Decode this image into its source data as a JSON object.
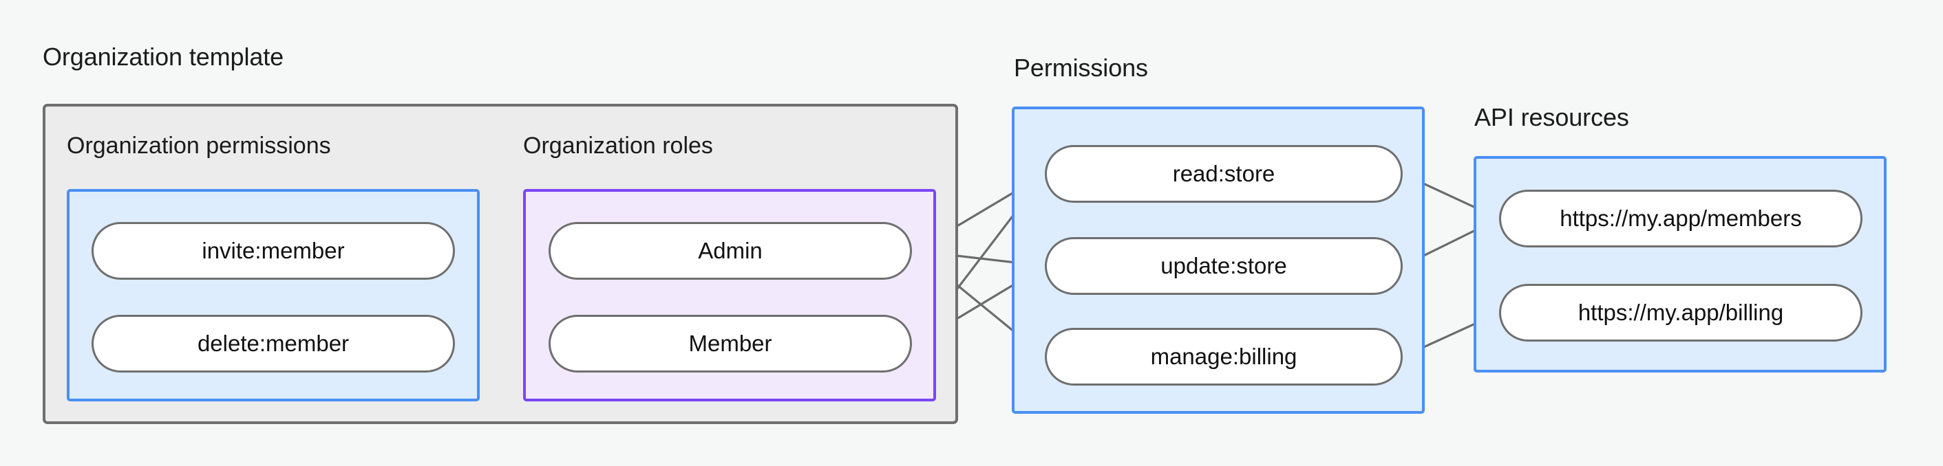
{
  "diagram": {
    "type": "relationship-graph",
    "title_groups": [
      {
        "key": "org_template",
        "label": "Organization template"
      },
      {
        "key": "permissions",
        "label": "Permissions"
      },
      {
        "key": "api_resources",
        "label": "API resources"
      }
    ]
  },
  "org_template": {
    "label": "Organization template",
    "subgroups": {
      "org_permissions": {
        "label": "Organization permissions",
        "accent": "#4a90f4",
        "fill": "#ddedfd",
        "nodes": [
          {
            "id": "invite_member",
            "label": "invite:member"
          },
          {
            "id": "delete_member",
            "label": "delete:member"
          }
        ]
      },
      "org_roles": {
        "label": "Organization roles",
        "accent": "#7b46f6",
        "fill": "#f2e9fd",
        "nodes": [
          {
            "id": "admin",
            "label": "Admin"
          },
          {
            "id": "member",
            "label": "Member"
          }
        ]
      }
    }
  },
  "permissions": {
    "label": "Permissions",
    "accent": "#4a90f4",
    "fill": "#ddedfd",
    "nodes": [
      {
        "id": "read_store",
        "label": "read:store"
      },
      {
        "id": "update_store",
        "label": "update:store"
      },
      {
        "id": "manage_billing",
        "label": "manage:billing"
      }
    ]
  },
  "api_resources": {
    "label": "API resources",
    "accent": "#4a90f4",
    "fill": "#ddedfd",
    "nodes": [
      {
        "id": "members_url",
        "label": "https://my.app/members"
      },
      {
        "id": "billing_url",
        "label": "https://my.app/billing"
      }
    ]
  },
  "edges": [
    {
      "from": "invite_member",
      "to": "admin"
    },
    {
      "from": "invite_member",
      "to": "member"
    },
    {
      "from": "delete_member",
      "to": "member"
    },
    {
      "from": "admin",
      "to": "read_store"
    },
    {
      "from": "admin",
      "to": "update_store"
    },
    {
      "from": "admin",
      "to": "manage_billing"
    },
    {
      "from": "member",
      "to": "read_store"
    },
    {
      "from": "member",
      "to": "update_store"
    },
    {
      "from": "read_store",
      "to": "members_url"
    },
    {
      "from": "update_store",
      "to": "members_url"
    },
    {
      "from": "manage_billing",
      "to": "billing_url"
    }
  ],
  "colors": {
    "background": "#f6f7f7",
    "container_fill": "#ececec",
    "container_stroke": "#6f6f6f",
    "blue_accent": "#4a90f4",
    "blue_fill": "#ddedfd",
    "purple_accent": "#7b46f6",
    "purple_fill": "#f2e9fd",
    "node_stroke": "#6f6f6f",
    "node_fill": "#ffffff",
    "edge_stroke": "#6b6b6b",
    "text": "#111111"
  }
}
